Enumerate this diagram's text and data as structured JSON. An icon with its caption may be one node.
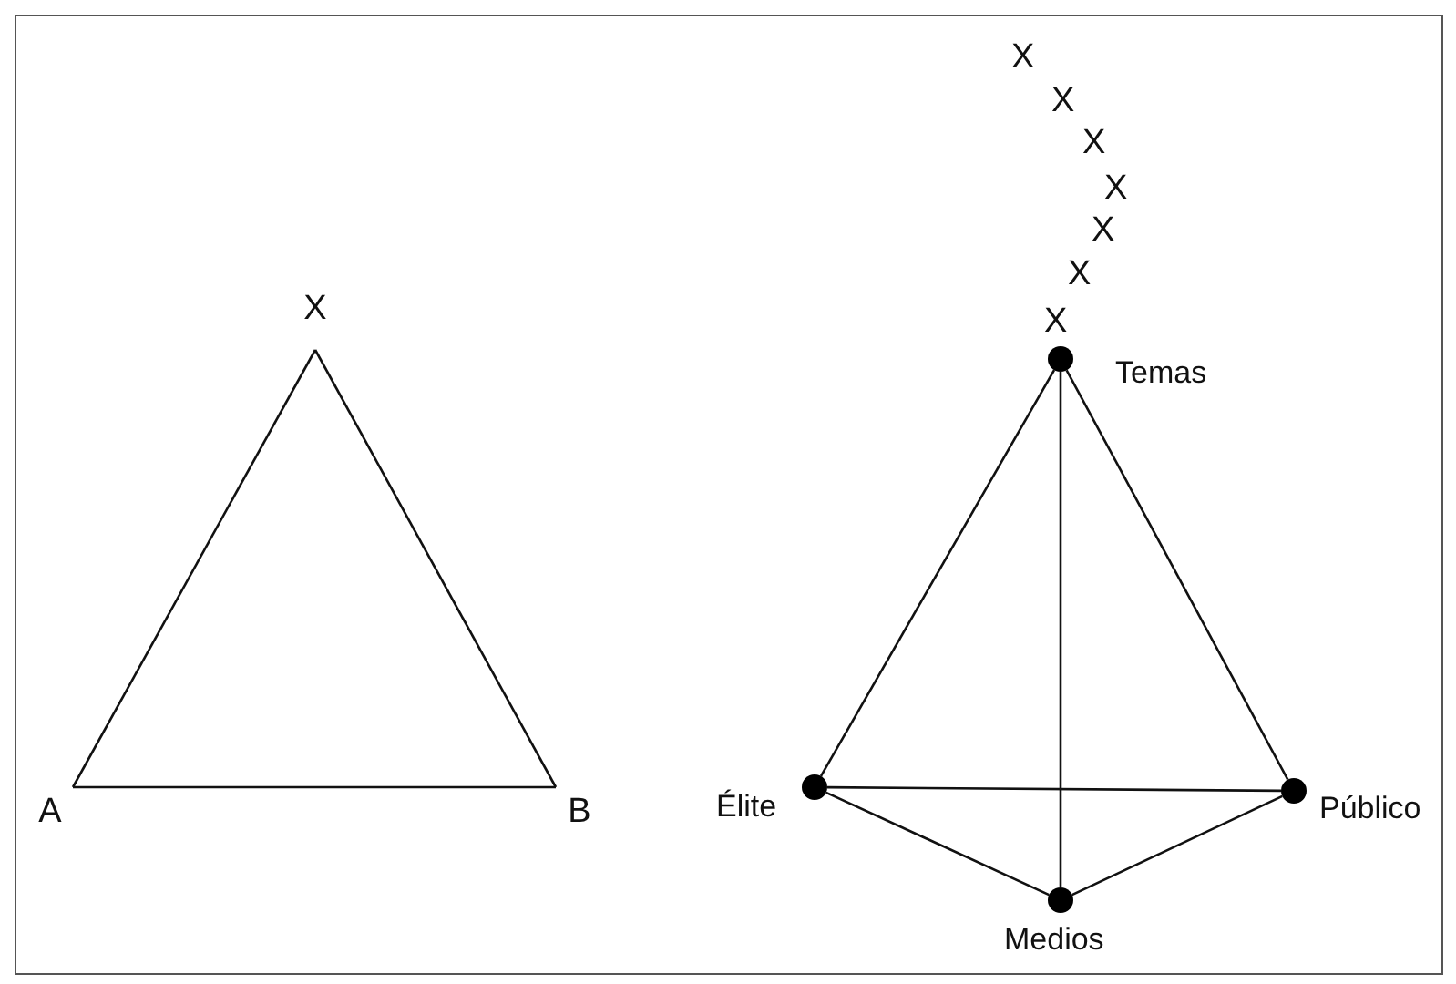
{
  "diagram": {
    "nodes": [
      {
        "text": [
          "X"
        ]
      },
      {
        "text": [
          "A"
        ]
      },
      {
        "text": [
          "B"
        ]
      },
      {
        "text": [],
        "shape": "circle",
        "beside": [
          "Temas"
        ]
      },
      {
        "text": [],
        "shape": "circle",
        "beside": [
          "Élite"
        ]
      },
      {
        "text": [],
        "shape": "circle",
        "beside": [
          "Público"
        ]
      },
      {
        "text": [],
        "shape": "circle",
        "beside": [
          "Medios"
        ]
      }
    ],
    "edges": [
      {
        "from": 0,
        "to": 1,
        "arrow": "none"
      },
      {
        "from": 0,
        "to": 2,
        "arrow": "none"
      },
      {
        "from": 1,
        "to": 2,
        "arrow": "none"
      },
      {
        "from": 3,
        "to": 4,
        "arrow": "none"
      },
      {
        "from": 3,
        "to": 5,
        "arrow": "none"
      },
      {
        "from": 3,
        "to": 6,
        "arrow": "none"
      },
      {
        "from": 4,
        "to": 5,
        "arrow": "none"
      },
      {
        "from": 4,
        "to": 6,
        "arrow": "none"
      },
      {
        "from": 5,
        "to": 6,
        "arrow": "none"
      }
    ],
    "labels": [
      "X",
      "X",
      "X",
      "X",
      "X",
      "X",
      "X"
    ]
  }
}
